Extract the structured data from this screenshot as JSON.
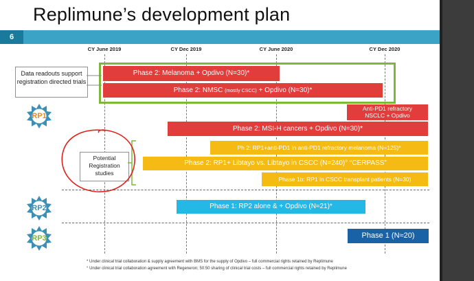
{
  "header": {
    "title": "Replimune’s development plan",
    "page_number": "6"
  },
  "timeline": {
    "labels": [
      "CY June 2019",
      "CY Dec 2019",
      "CY June 2020",
      "CY Dec 2020"
    ]
  },
  "callouts": {
    "data_readouts": "Data readouts support registration directed trials",
    "potential_registration": "Potential Registration studies"
  },
  "programs": {
    "rp1": "RP1",
    "rp2": "RP2",
    "rp3": "RP3"
  },
  "bars": {
    "melanoma": "Phase 2: Melanoma + Opdivo (N=30)*",
    "nmsc_prefix": "Phase 2: NMSC ",
    "nmsc_small": "(mostly CSCC)",
    "nmsc_suffix": " + Opdivo (N=30)*",
    "nsclc_line1": "Anti-PD1 refractory",
    "nsclc_line2": "NSCLC + Opdivo",
    "msi": "Phase 2: MSI-H cancers + Opdivo (N=30)*",
    "refractory_melanoma": "Ph 2: RP1+anti-PD1 in anti-PD1 refractory melanoma (N=125)*",
    "cerpass": "Phase 2: RP1+ Libtayo vs. Libtayo in CSCC (N=240)° “CERPASS”",
    "transplant": "Phase 1b: RP1 in CSCC transplant patients (N=30)",
    "rp2_trial": "Phase 1: RP2 alone & + Opdivo (N≈21)*",
    "rp3_trial": "Phase 1 (N≈20)"
  },
  "footnotes": [
    "* Under clinical trial collaboration & supply agreement with BMS for the supply of Opdivo – full commercial rights retained by Replimune",
    "° Under clinical trial collaboration agreement with Regeneron; 50:50 sharing of clinical trial costs – full commercial rights retained by Replimune"
  ],
  "colors": {
    "red": "#e03d3c",
    "yellow": "#f5bb14",
    "cyan": "#25b7e6",
    "blue": "#1a62a6",
    "green": "#7cb93a",
    "teal_bar": "#3aa3c6"
  },
  "icons": {
    "badge": "sun-gear-badge-icon",
    "annotation": "hand-drawn-red-circle"
  }
}
